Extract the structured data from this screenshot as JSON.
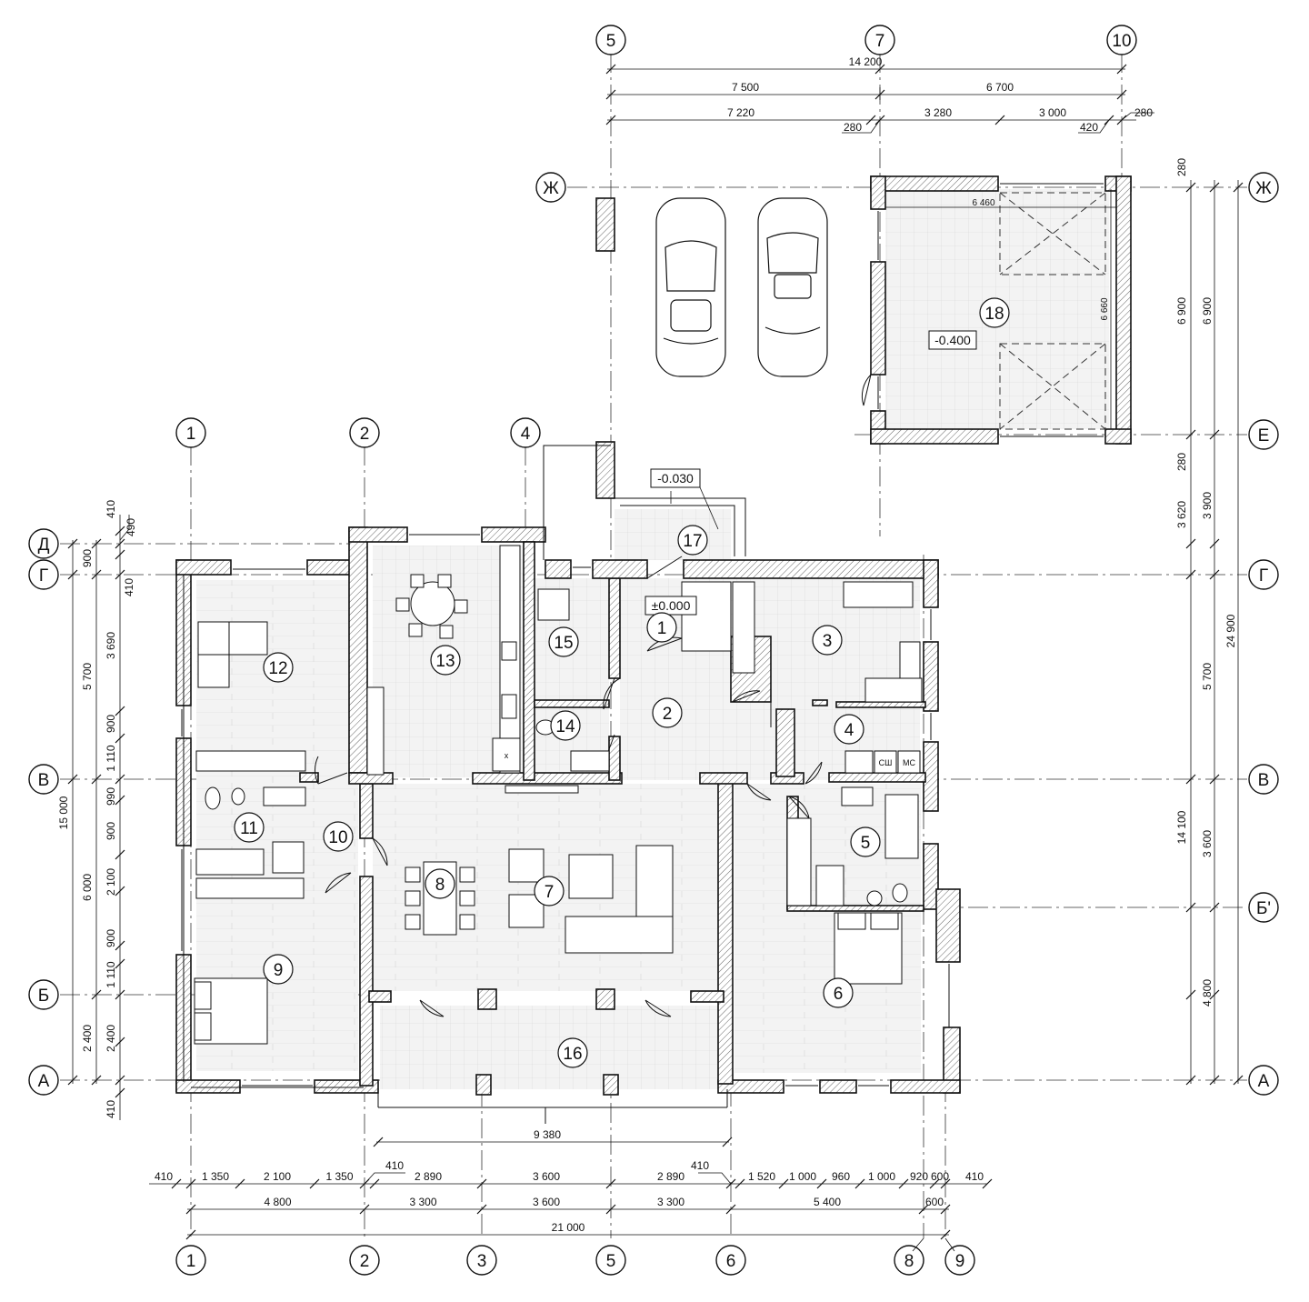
{
  "axes": [
    {
      "id": "h1",
      "label": "1"
    },
    {
      "id": "h2",
      "label": "2"
    },
    {
      "id": "h4",
      "label": "4"
    },
    {
      "id": "t5",
      "label": "5"
    },
    {
      "id": "t7",
      "label": "7"
    },
    {
      "id": "t10",
      "label": "10"
    },
    {
      "id": "b1",
      "label": "1"
    },
    {
      "id": "b2",
      "label": "2"
    },
    {
      "id": "b3",
      "label": "3"
    },
    {
      "id": "b5",
      "label": "5"
    },
    {
      "id": "b6",
      "label": "6"
    },
    {
      "id": "b8",
      "label": "8"
    },
    {
      "id": "b9",
      "label": "9"
    },
    {
      "id": "lD",
      "label": "Д"
    },
    {
      "id": "lG",
      "label": "Г"
    },
    {
      "id": "lV",
      "label": "В"
    },
    {
      "id": "lB",
      "label": "Б"
    },
    {
      "id": "lA",
      "label": "А"
    },
    {
      "id": "rZh",
      "label": "Ж"
    },
    {
      "id": "lZh",
      "label": "Ж"
    },
    {
      "id": "rE",
      "label": "Е"
    },
    {
      "id": "rG",
      "label": "Г"
    },
    {
      "id": "rV",
      "label": "В"
    },
    {
      "id": "rBp",
      "label": "Б'"
    },
    {
      "id": "rA",
      "label": "А"
    }
  ],
  "rooms": [
    {
      "id": "r1",
      "label": "1"
    },
    {
      "id": "r2",
      "label": "2"
    },
    {
      "id": "r3",
      "label": "3"
    },
    {
      "id": "r4",
      "label": "4"
    },
    {
      "id": "r5",
      "label": "5"
    },
    {
      "id": "r6",
      "label": "6"
    },
    {
      "id": "r7",
      "label": "7"
    },
    {
      "id": "r8",
      "label": "8"
    },
    {
      "id": "r9",
      "label": "9"
    },
    {
      "id": "r10",
      "label": "10"
    },
    {
      "id": "r11",
      "label": "11"
    },
    {
      "id": "r12",
      "label": "12"
    },
    {
      "id": "r13",
      "label": "13"
    },
    {
      "id": "r14",
      "label": "14"
    },
    {
      "id": "r15",
      "label": "15"
    },
    {
      "id": "r16",
      "label": "16"
    },
    {
      "id": "r17",
      "label": "17"
    },
    {
      "id": "r18",
      "label": "18"
    }
  ],
  "levels": {
    "main": "±0.000",
    "porch": "-0.030",
    "garage": "-0.400"
  },
  "fixtures": {
    "dryer": "СШ",
    "washer": "МС",
    "oven": "x"
  },
  "dims": {
    "top": {
      "d14200": "14 200",
      "d7500": "7 500",
      "d6700": "6 700",
      "d7220": "7 220",
      "d3280": "3 280",
      "d3000": "3 000",
      "d280a": "280",
      "d420": "420",
      "d280b": "280"
    },
    "garage": {
      "d6460": "6 460",
      "d6660": "6 660"
    },
    "right": {
      "d280t": "280",
      "d6900a": "6 900",
      "d6900b": "6 900",
      "d280m": "280",
      "d3620": "3 620",
      "d3900": "3 900",
      "d24900": "24 900",
      "d5700": "5 700",
      "d14100": "14 100",
      "d3600": "3 600",
      "d4800": "4 800"
    },
    "left": {
      "d410t": "410",
      "d490": "490",
      "d900": "900",
      "d410b": "410",
      "d5700": "5 700",
      "d3690": "3 690",
      "d900b": "900",
      "d1110a": "1 110",
      "d15000": "15 000",
      "d990": "990",
      "d900c": "900",
      "d6000": "6 000",
      "d2100": "2 100",
      "d900d": "900",
      "d1110b": "1 110",
      "d2400a": "2 400",
      "d2400b": "2 400",
      "d410z": "410"
    },
    "terrace": {
      "d9380": "9 380"
    },
    "bottom1": [
      "410",
      "1 350",
      "2 100",
      "1 350",
      "410",
      "2 890",
      "3 600",
      "2 890",
      "410",
      "1 520",
      "1 000",
      "960",
      "1 000",
      "920",
      "600",
      "410"
    ],
    "bottom2": [
      "4 800",
      "3 300",
      "3 600",
      "3 300",
      "5 400",
      "600"
    ],
    "bottom3": "21 000"
  }
}
